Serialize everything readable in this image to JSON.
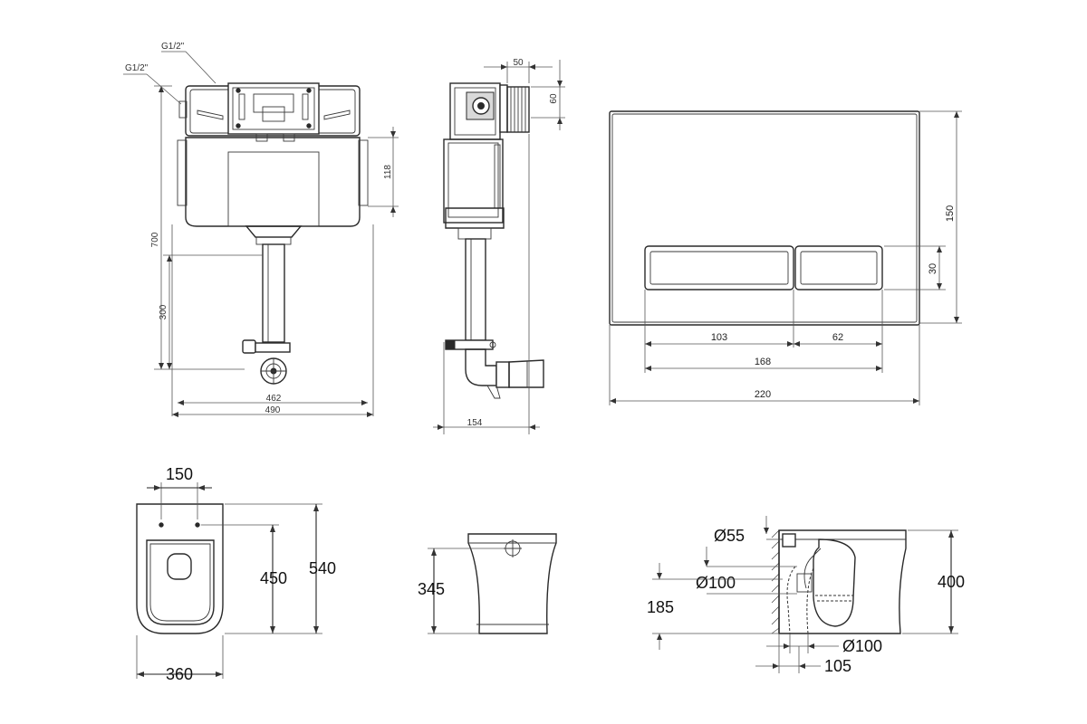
{
  "dimensions": {
    "cistern_front": {
      "inlet_top": "G1/2\"",
      "inlet_side": "G1/2\"",
      "height_total": "700",
      "height_lower": "300",
      "height_upper": "118",
      "width_inner": "462",
      "width_outer": "490"
    },
    "cistern_side": {
      "depth": "154",
      "top_width": "50",
      "top_height": "60"
    },
    "flush_plate": {
      "width": "220",
      "height": "150",
      "button_height": "30",
      "buttons_width": "168",
      "left_button": "103",
      "right_button": "62"
    },
    "wc_top": {
      "bolt_spacing": "150",
      "depth": "540",
      "depth_bolts": "450",
      "width": "360"
    },
    "wc_front": {
      "height": "345"
    },
    "wc_section": {
      "inlet_diameter": "Ø55",
      "pipe_diameter": "Ø100",
      "outlet_height": "185",
      "height": "400",
      "outlet_diameter": "Ø100",
      "outlet_offset": "105"
    }
  }
}
